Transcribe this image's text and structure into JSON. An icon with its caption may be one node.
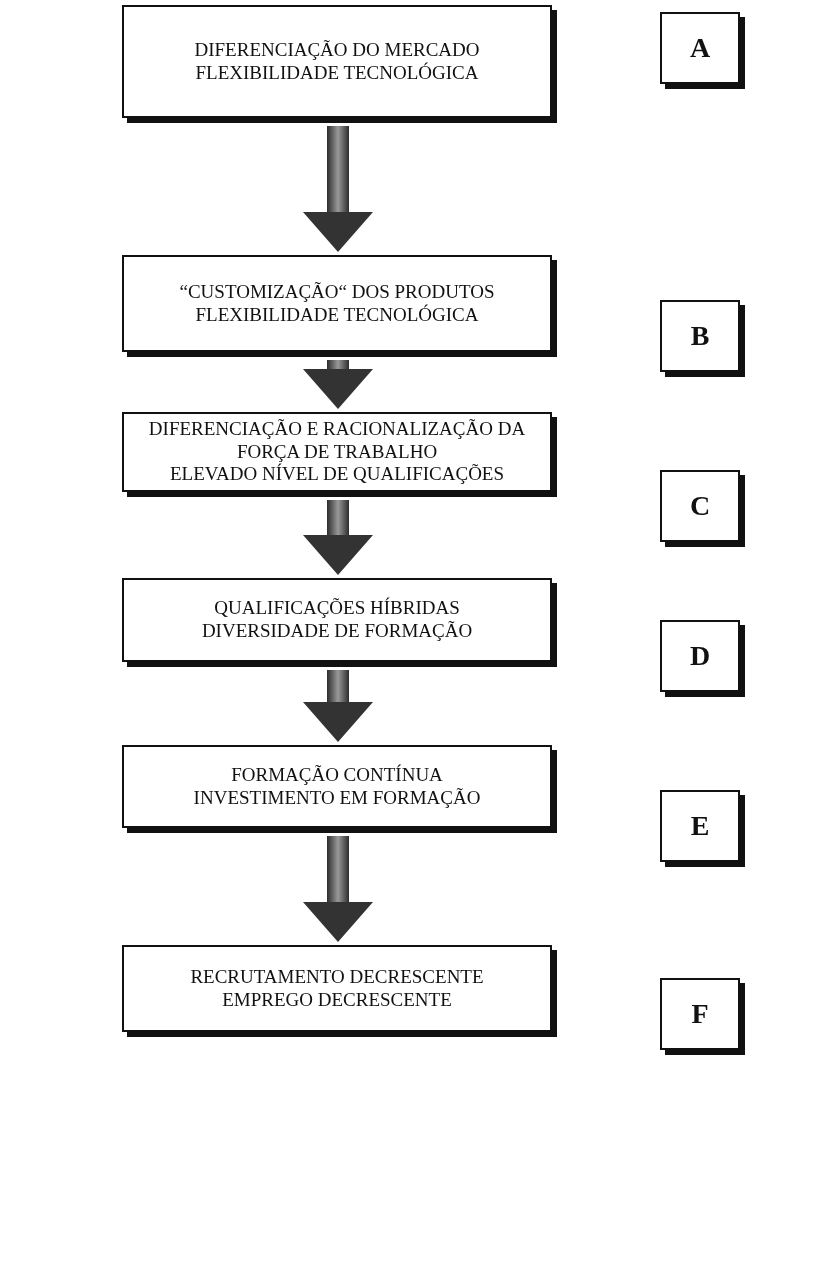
{
  "diagram": {
    "nodes": [
      {
        "text": [
          "DIFERENCIAÇÃO DO MERCADO",
          "FLEXIBILIDADE TECNOLÓGICA"
        ]
      },
      {
        "text": [
          "A"
        ]
      },
      {
        "text": [
          "“CUSTOMIZAÇÃO“ DOS PRODUTOS",
          "FLEXIBILIDADE TECNOLÓGICA"
        ]
      },
      {
        "text": [
          "B"
        ]
      },
      {
        "text": [
          "DIFERENCIAÇÃO E RACIONALIZAÇÃO DA FORÇA DE TRABALHO",
          "ELEVADO NÍVEL DE QUALIFICAÇÕES"
        ]
      },
      {
        "text": [
          "C"
        ]
      },
      {
        "text": [
          "QUALIFICAÇÕES HÍBRIDAS",
          "DIVERSIDADE DE FORMAÇÃO"
        ]
      },
      {
        "text": [
          "D"
        ]
      },
      {
        "text": [
          "FORMAÇÃO CONTÍNUA",
          "INVESTIMENTO EM FORMAÇÃO"
        ]
      },
      {
        "text": [
          "E"
        ]
      },
      {
        "text": [
          "RECRUTAMENTO DECRESCENTE",
          "EMPREGO DECRESCENTE"
        ]
      },
      {
        "text": [
          "F"
        ]
      }
    ],
    "edges": [
      {
        "from": 0,
        "to": 2,
        "arrow": "to"
      },
      {
        "from": 2,
        "to": 4,
        "arrow": "to"
      },
      {
        "from": 4,
        "to": 6,
        "arrow": "to"
      },
      {
        "from": 6,
        "to": 8,
        "arrow": "to"
      },
      {
        "from": 8,
        "to": 10,
        "arrow": "to"
      }
    ]
  }
}
